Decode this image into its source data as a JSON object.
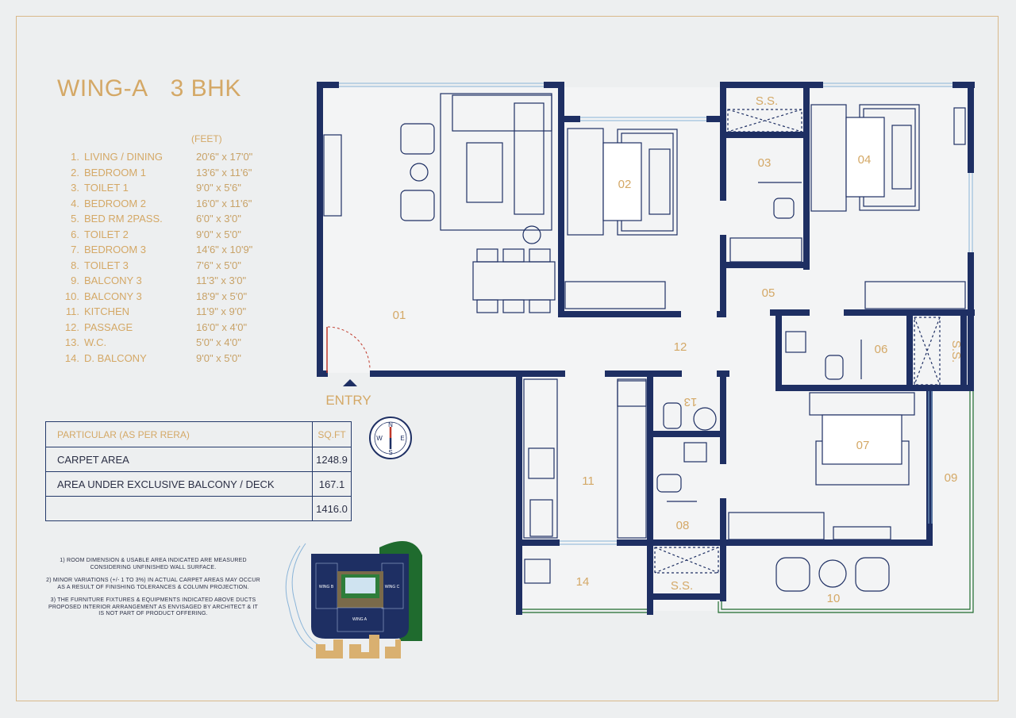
{
  "title": {
    "wing": "WING-A",
    "type": "3 BHK"
  },
  "unit_label": "(FEET)",
  "rooms": [
    {
      "num": "1.",
      "name": "LIVING / DINING",
      "dim": "20'6\" x 17'0\""
    },
    {
      "num": "2.",
      "name": "BEDROOM 1",
      "dim": "13'6\" x 11'6\""
    },
    {
      "num": "3.",
      "name": "TOILET 1",
      "dim": "9'0\" x 5'6\""
    },
    {
      "num": "4.",
      "name": "BEDROOM 2",
      "dim": "16'0\" x 11'6\""
    },
    {
      "num": "5.",
      "name": "BED RM 2PASS.",
      "dim": "6'0\" x 3'0\""
    },
    {
      "num": "6.",
      "name": "TOILET 2",
      "dim": "9'0\" x 5'0\""
    },
    {
      "num": "7.",
      "name": "BEDROOM 3",
      "dim": "14'6\" x 10'9\""
    },
    {
      "num": "8.",
      "name": "TOILET 3",
      "dim": "7'6\" x 5'0\""
    },
    {
      "num": "9.",
      "name": "BALCONY 3",
      "dim": "11'3\" x 3'0\""
    },
    {
      "num": "10.",
      "name": "BALCONY 3",
      "dim": "18'9\" x 5'0\""
    },
    {
      "num": "11.",
      "name": "KITCHEN",
      "dim": "11'9\" x 9'0\""
    },
    {
      "num": "12.",
      "name": "PASSAGE",
      "dim": "16'0\" x 4'0\""
    },
    {
      "num": "13.",
      "name": "W.C.",
      "dim": "5'0\" x 4'0\""
    },
    {
      "num": "14.",
      "name": "D. BALCONY",
      "dim": "9'0\" x 5'0\""
    }
  ],
  "area_table": {
    "header": {
      "particular": "PARTICULAR (AS PER RERA)",
      "unit": "SQ.FT"
    },
    "rows": [
      {
        "label": "CARPET AREA",
        "value": "1248.9"
      },
      {
        "label": "AREA UNDER EXCLUSIVE BALCONY / DECK",
        "value": "167.1"
      },
      {
        "label": "",
        "value": "1416.0"
      }
    ]
  },
  "notes": [
    "1) ROOM DIMENSION & USABLE AREA INDICATED ARE MEASURED CONSIDERING UNFINISHED WALL SURFACE.",
    "2) MINOR VARIATIONS (+/- 1 TO 3%) IN ACTUAL CARPET AREAS MAY OCCUR AS A RESULT OF FINISHING TOLERANCES & COLUMN PROJECTION.",
    "3) THE FURNITURE FIXTURES & EQUIPMENTS INDICATED ABOVE DUCTS PROPOSED INTERIOR ARRANGEMENT AS ENVISAGED BY ARCHITECT & IT IS NOT PART OF PRODUCT OFFERING."
  ],
  "plan_labels": {
    "r01": "01",
    "r02": "02",
    "r03": "03",
    "r04": "04",
    "r05": "05",
    "r06": "06",
    "r07": "07",
    "r08": "08",
    "r09": "09",
    "r10": "10",
    "r11": "11",
    "r12": "12",
    "r13": "13",
    "r14": "14",
    "ss_top": "S.S.",
    "ss_right": "S.S.",
    "ss_bottom": "S.S.",
    "entry": "ENTRY"
  },
  "compass": {
    "n": "N",
    "s": "S",
    "e": "E",
    "w": "W"
  },
  "key_plan": {
    "wing_b": "WING B",
    "wing_c": "WING C",
    "wing_a": "WING A"
  },
  "colors": {
    "wall": "#1e2f63",
    "gold": "#d4a866",
    "background": "#edeff0",
    "landscape": "#1f6b2e",
    "water": "#8ab4d8"
  }
}
